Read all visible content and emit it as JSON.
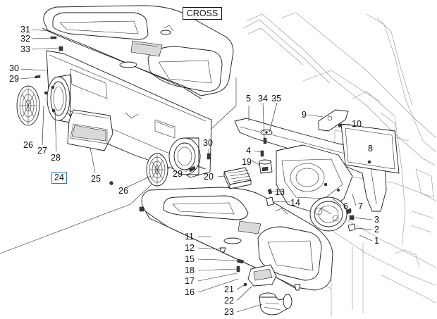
{
  "diagram": {
    "variant_badge": "CROSS",
    "highlighted_ref": "24",
    "colors": {
      "line": "#1a1a1a",
      "highlight_border": "#2f7fd0",
      "background": "#ffffff"
    },
    "callouts": {
      "p1": "1",
      "p2": "2",
      "p3": "3",
      "p4": "4",
      "p5": "5",
      "p6": "6",
      "p7": "7",
      "p8": "8",
      "p9": "9",
      "p10": "10",
      "p11": "11",
      "p12": "12",
      "p13": "13",
      "p14": "14",
      "p15": "15",
      "p16": "16",
      "p17": "17",
      "p18": "18",
      "p19": "19",
      "p20": "20",
      "p21": "21",
      "p22": "22",
      "p23": "23",
      "p25": "25",
      "p26a": "26",
      "p26b": "26",
      "p27": "27",
      "p28": "28",
      "p29a": "29",
      "p29b": "29",
      "p30a": "30",
      "p30b": "30",
      "p31": "31",
      "p32": "32",
      "p33": "33",
      "p34": "34",
      "p35": "35"
    }
  }
}
